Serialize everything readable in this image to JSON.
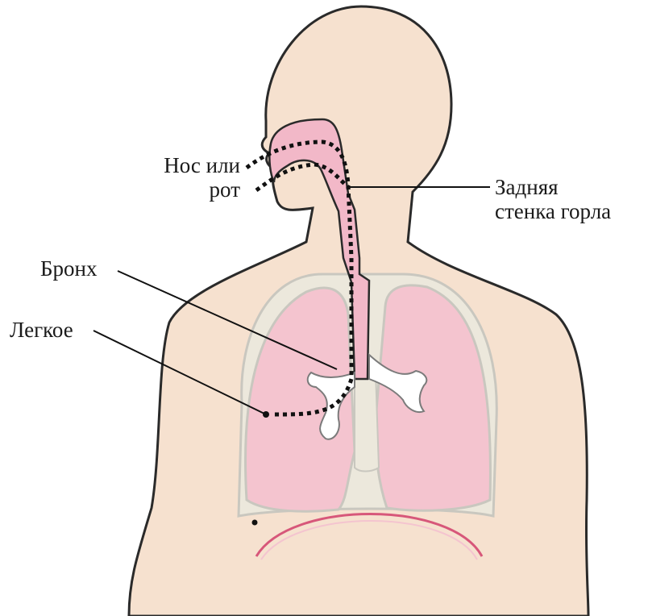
{
  "labels": {
    "nose_mouth": {
      "line1": "Нос или",
      "line2": "рот"
    },
    "throat": {
      "line1": "Задняя",
      "line2": "стенка горла"
    },
    "bronchus": "Бронх",
    "lung": "Легкое"
  },
  "colors": {
    "skin": "#f6e1cf",
    "skin_outline": "#2a2a2a",
    "airway": "#f2b8c8",
    "lung": "#f4c4cf",
    "lung_outline": "#c9c7bf",
    "pleura": "#ece8dc",
    "diaphragm": "#d7577a",
    "dotted_path": "#111111",
    "leader_line": "#111111"
  }
}
